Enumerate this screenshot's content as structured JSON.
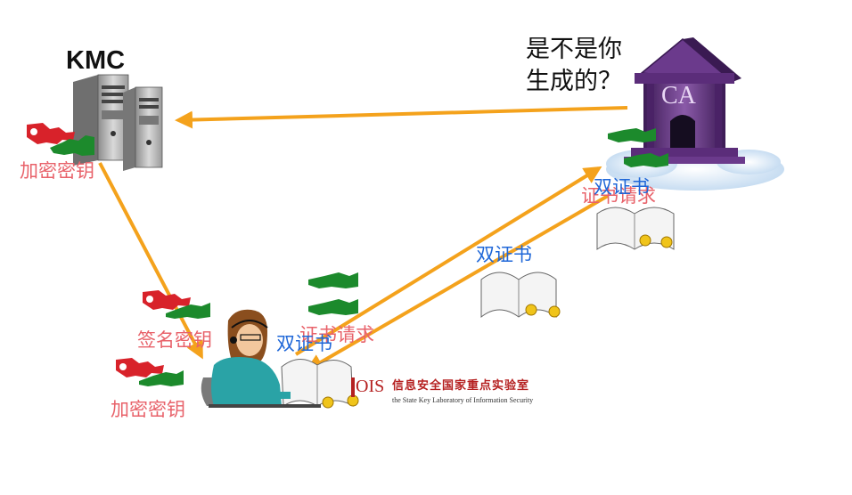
{
  "kmc": {
    "title": "KMC",
    "key_label": "加密密钥"
  },
  "ca": {
    "question_line1": "是不是你",
    "question_line2": "生成的？",
    "building_text": "CA"
  },
  "user": {
    "sign_key_label": "签名密钥",
    "enc_key_label": "加密密钥"
  },
  "flows": {
    "cert_request_user": "证书请求",
    "dual_cert_user": "双证书",
    "dual_cert_middle": "双证书",
    "dual_cert_ca": "双证书",
    "cert_request_ca": "证书请求"
  },
  "lab": {
    "logo_text": "OIS",
    "name_cn": "信息安全国家重点实验室",
    "name_en": "the State Key Laboratory of Information Security"
  },
  "colors": {
    "arrow": "#f4a21c",
    "key_red": "#d8222a",
    "key_green": "#1c8a2c",
    "label_red": "#e8626a",
    "label_blue": "#1f67d8",
    "ca_building": "#5b2d7a"
  }
}
